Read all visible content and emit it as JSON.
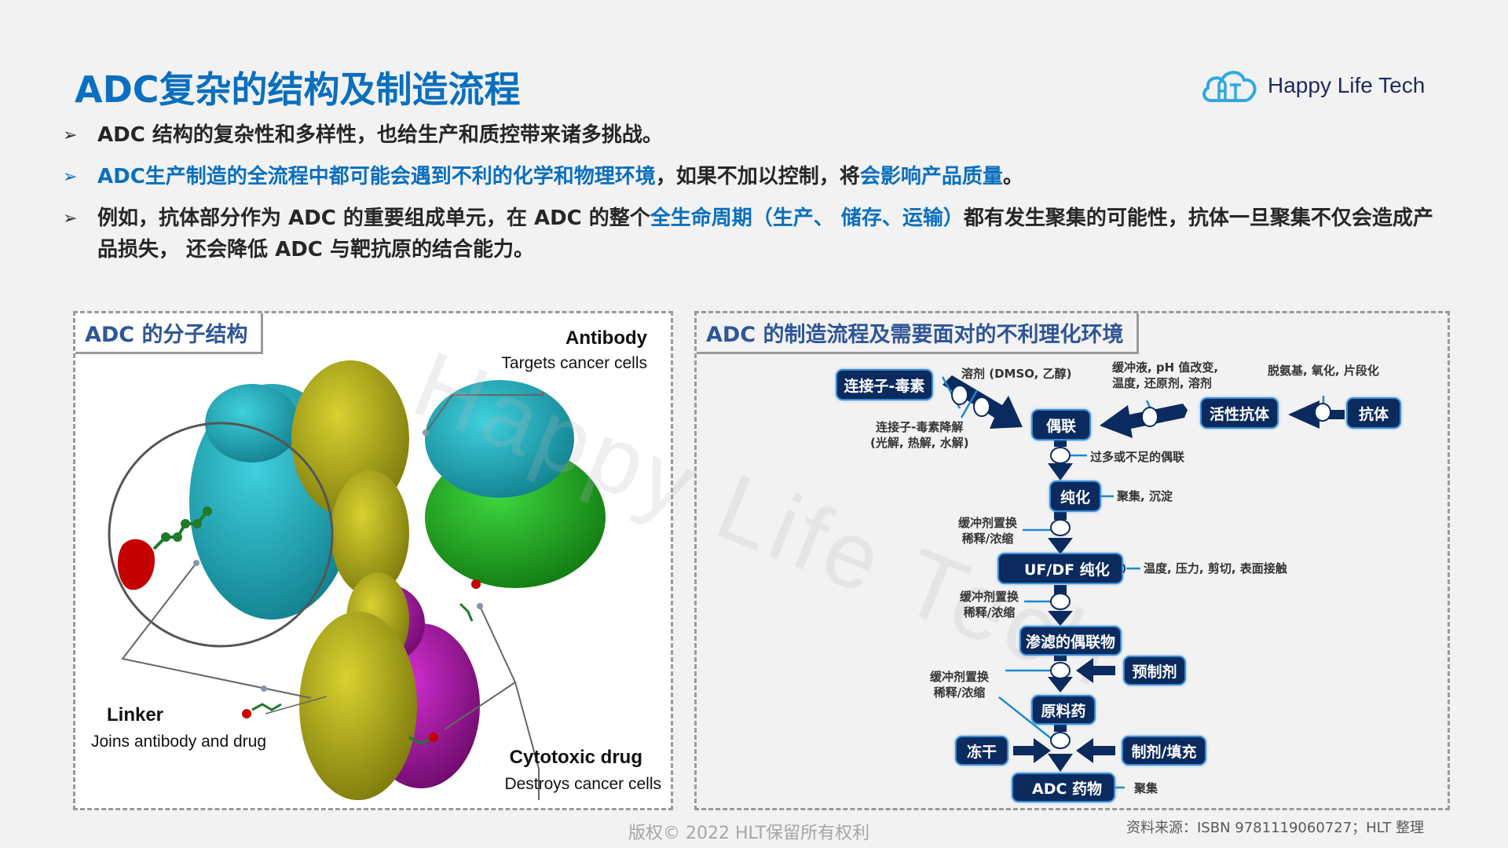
{
  "header": {
    "title": "ADC复杂的结构及制造流程",
    "logo_text": "Happy Life Tech",
    "brand_color": "#0a6fbe"
  },
  "watermark": "Happy Life Tech",
  "bullets": [
    {
      "parts": [
        {
          "text": "ADC 结构的复杂性和多样性，也给生产和质控带来诸多挑战。",
          "style": "dark"
        }
      ]
    },
    {
      "parts": [
        {
          "text": "ADC生产制造的全流程中都可能会遇到不利的化学和物理环境",
          "style": "hl"
        },
        {
          "text": "，如果不加以控制，将",
          "style": "dark"
        },
        {
          "text": "会影响产品质量",
          "style": "hl"
        },
        {
          "text": "。",
          "style": "dark"
        }
      ]
    },
    {
      "parts": [
        {
          "text": "例如，抗体部分作为 ADC 的重要组成单元，在 ADC 的整个",
          "style": "dark"
        },
        {
          "text": "全生命周期（生产、 储存、运输）",
          "style": "hl"
        },
        {
          "text": "都有发生聚集的可能性，抗体一旦聚集不仅会造成产品损失， 还会降低 ADC 与靶抗原的结合能力。",
          "style": "dark"
        }
      ]
    }
  ],
  "left_panel": {
    "title": "ADC 的分子结构",
    "labels": {
      "antibody": {
        "heading": "Antibody",
        "sub": "Targets cancer cells"
      },
      "linker": {
        "heading": "Linker",
        "sub": "Joins antibody and drug"
      },
      "drug": {
        "heading": "Cytotoxic drug",
        "sub": "Destroys cancer cells"
      }
    },
    "colors": {
      "heavy_chain": "#b5b01c",
      "light_chain_cyan": "#1fb3c4",
      "light_chain_green": "#1fae1f",
      "heavy_chain_2": "#a0139e",
      "drug": "#cc0000",
      "linker": "#1f7a2a"
    }
  },
  "right_panel": {
    "title": "ADC 的制造流程及需要面对的不利理化环境",
    "node_color": "#0b2a5e",
    "nodes": {
      "linker_toxin": "连接子-毒素",
      "conjugation": "偶联",
      "active_antibody": "活性抗体",
      "antibody": "抗体",
      "purification": "纯化",
      "ufdf": "UF/DF 纯化",
      "filtered_conjugate": "渗滤的偶联物",
      "premix": "预制剂",
      "drug_substance": "原料药",
      "lyophilization": "冻干",
      "formulation_fill": "制剂/填充",
      "adc_drug": "ADC 药物"
    },
    "notes": {
      "solvent": "溶剂 (DMSO, 乙醇)",
      "linker_degradation_1": "连接子-毒素降解",
      "linker_degradation_2": "(光解, 热解, 水解)",
      "buffer_1": "缓冲液, pH 值改变,",
      "buffer_2": "温度, 还原剂, 溶剂",
      "antibody_mod": "脱氨基, 氧化, 片段化",
      "over_under": "过多或不足的偶联",
      "aggregation_precip": "聚集, 沉淀",
      "exchange_a_1": "缓冲剂置换",
      "exchange_a_2": "稀释/浓缩",
      "ufdf_stress": "温度, 压力, 剪切, 表面接触",
      "exchange_b_1": "缓冲剂置换",
      "exchange_b_2": "稀释/浓缩",
      "exchange_c_1": "缓冲剂置换",
      "exchange_c_2": "稀释/浓缩",
      "final_agg": "聚集"
    }
  },
  "footer": {
    "copyright": "版权© 2022 HLT保留所有权利",
    "source": "资料来源：ISBN 9781119060727；HLT 整理"
  }
}
